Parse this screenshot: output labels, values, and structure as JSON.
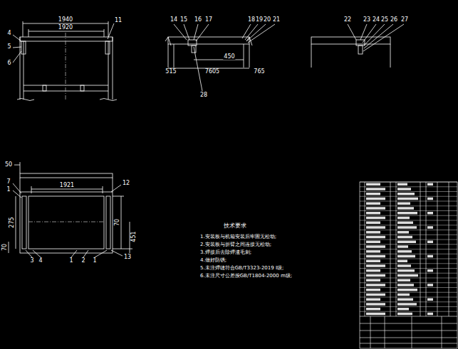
{
  "diagram": {
    "labels": [
      "1940",
      "1920",
      "11",
      "4",
      "5",
      "6",
      "14",
      "15",
      "16",
      "17",
      "18",
      "19",
      "20",
      "21",
      "515",
      "7605",
      "450",
      "765",
      "28",
      "22",
      "23",
      "24",
      "25",
      "26",
      "27",
      "50",
      "1921",
      "12",
      "7",
      "1",
      "275",
      "70",
      "70",
      "451",
      "3",
      "4",
      "1",
      "2",
      "1",
      "13",
      "技术要求",
      "1.安装板与机箱安装后牢固无松动;",
      "2.安装板与折臂之间连接无松动;",
      "3.焊接后去除焊渣毛刺;",
      "4.做好防锈;",
      "5.未注焊缝符合GB/T3323-2019 I级;",
      "6.未注尺寸公差按GB/T1804-2000 m级;"
    ]
  }
}
